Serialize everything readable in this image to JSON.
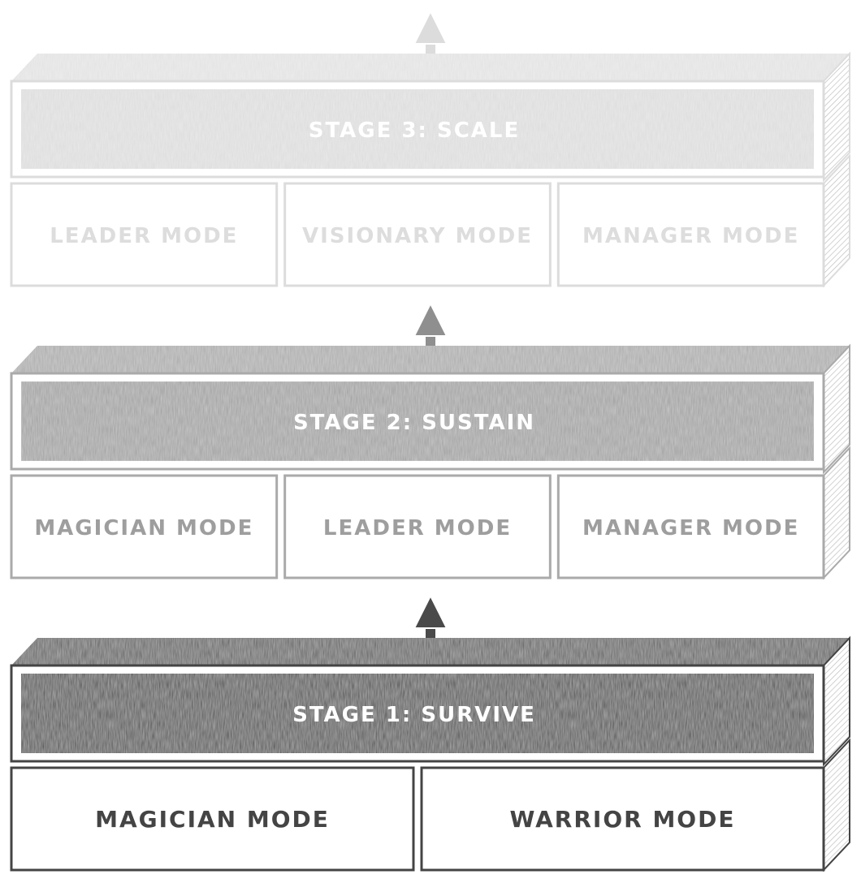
{
  "diagram": {
    "stages": [
      {
        "label": "STAGE 3: SCALE",
        "modes": [
          "LEADER MODE",
          "VISIONARY MODE",
          "MANAGER MODE"
        ],
        "tone": {
          "bar": "#dcdcdc",
          "top": "#e2e2e2",
          "side": "#ececec",
          "edge": "#dcdcdc",
          "mode_text": "#dddddd",
          "label_text": "#ffffff"
        }
      },
      {
        "label": "STAGE 2: SUSTAIN",
        "modes": [
          "MAGICIAN MODE",
          "LEADER MODE",
          "MANAGER MODE"
        ],
        "tone": {
          "bar": "#9e9e9e",
          "top": "#a9a9a9",
          "side": "#c2c2c2",
          "edge": "#aaaaaa",
          "mode_text": "#9e9e9e",
          "label_text": "#ffffff"
        }
      },
      {
        "label": "STAGE 1: SURVIVE",
        "modes": [
          "MAGICIAN MODE",
          "WARRIOR MODE"
        ],
        "tone": {
          "bar": "#4a4a4a",
          "top": "#5a5a5a",
          "side": "#8a8a8a",
          "edge": "#444444",
          "mode_text": "#444444",
          "label_text": "#ffffff"
        }
      }
    ],
    "arrows": [
      {
        "color": "#dcdcdc"
      },
      {
        "color": "#8f8f8f"
      },
      {
        "color": "#4a4a4a"
      }
    ]
  }
}
